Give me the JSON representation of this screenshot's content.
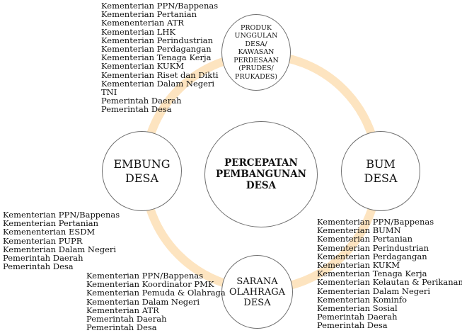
{
  "colors": {
    "ring": "#fde4c0",
    "node_border": "#6f6f6f",
    "text": "#111111"
  },
  "center": {
    "label": "PERCEPATAN\nPEMBANGUNAN\nDESA"
  },
  "nodes": {
    "top": {
      "label": "PRODUK\nUNGGULAN\nDESA/\nKAWASAN\nPERDESAAN\n(PRUDES/\nPRUKADES)"
    },
    "left": {
      "label": "EMBUNG\nDESA"
    },
    "right": {
      "label": "BUM\nDESA"
    },
    "bottom": {
      "label": "SARANA\nOLAHRAGA\nDESA"
    }
  },
  "lists": {
    "top": [
      "Kementerian PPN/Bappenas",
      "Kementerian Pertanian",
      "Kemenenterian ATR",
      "Kementerian LHK",
      "Kementerian Perindustrian",
      "Kementerian Perdagangan",
      "Kementerian Tenaga Kerja",
      "Kementerian KUKM",
      "Kementerian Riset dan Dikti",
      "Kementerian Dalam Negeri",
      "TNI",
      "Pemerintah Daerah",
      "Pemerintah Desa"
    ],
    "left": [
      "Kementerian PPN/Bappenas",
      "Kementerian Pertanian",
      "Kemenenterian ESDM",
      "Kementerian PUPR",
      "Kementerian Dalam Negeri",
      "Pemerintah Daerah",
      "Pemerintah Desa"
    ],
    "bottom": [
      "Kementerian PPN/Bappenas",
      "Kementerian Koordinator PMK",
      "Kementerian Pemuda & Olahraga",
      "Kementerian Dalam Negeri",
      "Kementerian ATR",
      "Pemerintah Daerah",
      "Pemerintah Desa"
    ],
    "right": [
      "Kementerian PPN/Bappenas",
      "Kementerian BUMN",
      "Kementerian Pertanian",
      "Kementerian Perindustrian",
      "Kementerian Perdagangan",
      "Kementerian KUKM",
      "Kementerian Tenaga Kerja",
      "Kementerian Kelautan & Perikanan",
      "Kementerian Dalam Negeri",
      "Kementerian Kominfo",
      "Kementerian Sosial",
      "Pemerintah Daerah",
      "Pemerintah Desa"
    ]
  }
}
